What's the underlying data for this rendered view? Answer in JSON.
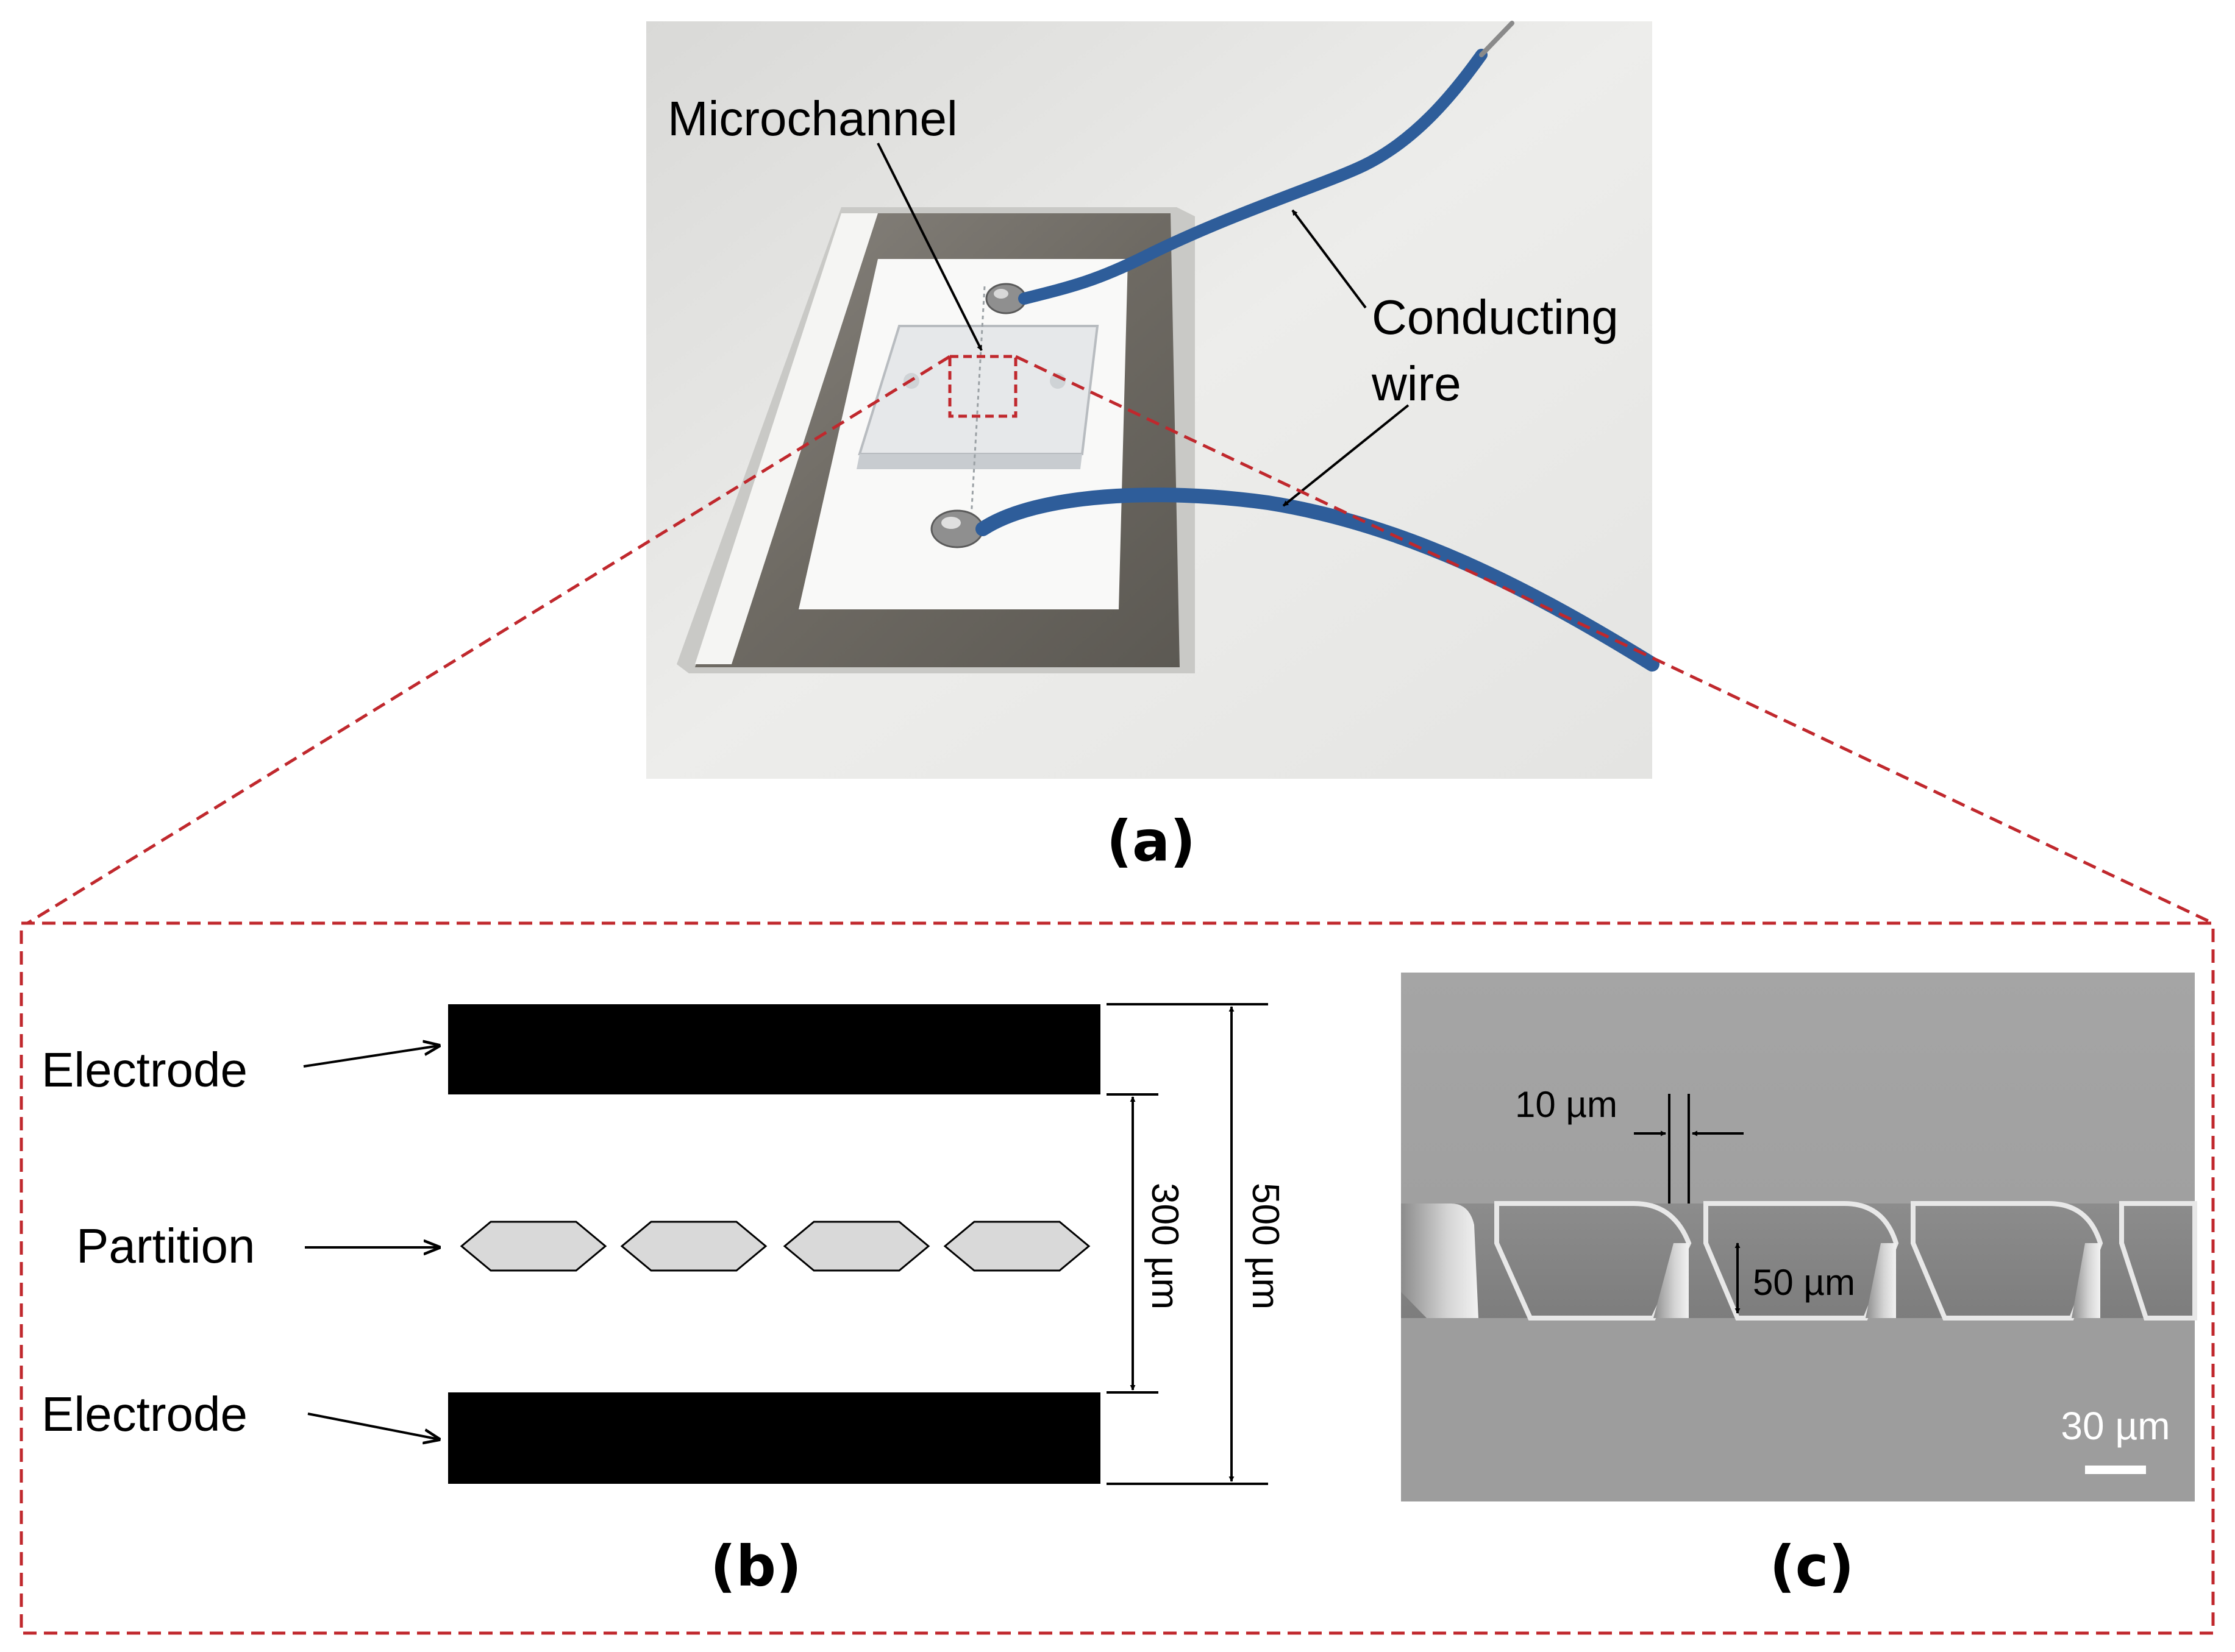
{
  "panel_a": {
    "label": "(a)",
    "callouts": {
      "microchannel": "Microchannel",
      "wire_line1": "Conducting",
      "wire_line2": "wire"
    },
    "colors": {
      "wire": "#2e5d9a",
      "zoom_box": "#c0282d",
      "frame": "#6e6a63"
    }
  },
  "panel_b": {
    "label": "(b)",
    "electrode_top": "Electrode",
    "partition": "Partition",
    "electrode_bottom": "Electrode",
    "dim_inner": "300 µm",
    "dim_outer": "500 µm",
    "partition_color": "#d9d9d9",
    "electrode_color": "#000000"
  },
  "panel_c": {
    "label": "(c)",
    "gap_width": "10 µm",
    "depth": "50 µm",
    "scale_bar": "30 µm"
  }
}
